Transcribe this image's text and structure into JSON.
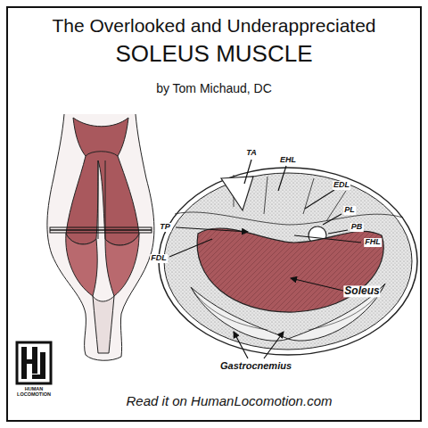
{
  "diagram": {
    "title": "The Overlooked and Underappreciated",
    "caption": "Read it on HumanLocomotion.com",
    "labels": [
      "SOLEUS MUSCLE",
      "by Tom Michaud, DC",
      "TA",
      "EHL",
      "EDL",
      "PL",
      "PB",
      "TP",
      "FDL",
      "FHL",
      "Soleus",
      "Gastrocnemius",
      "HUMAN LOCOMOTION"
    ]
  }
}
